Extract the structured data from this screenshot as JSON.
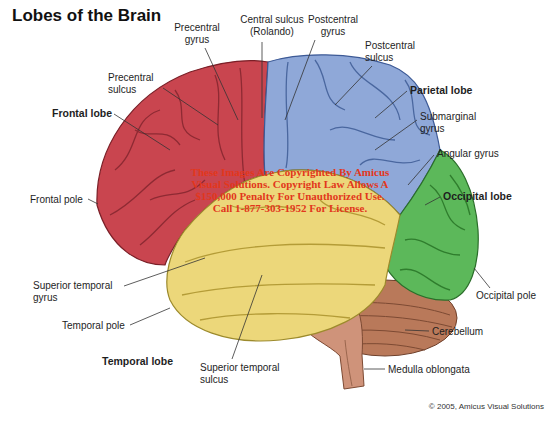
{
  "diagram": {
    "title": "Lobes of the Brain",
    "labels": [
      "Central sulcus (Rolando)",
      "Precentral gyrus",
      "Postcentral gyrus",
      "Precentral sulcus",
      "Postcentral sulcus",
      "Parietal lobe",
      "Frontal lobe",
      "Submarginal gyrus",
      "Angular gyrus",
      "Occipital lobe",
      "Frontal pole",
      "These Images Are Copyrighted By Amicus Visual Solutions. Copyright Law Allows A $150,000 Penalty For Unauthorized Use. Call 1-877-303-1952 For License.",
      "Superior temporal gyrus",
      "Occipital pole",
      "Temporal pole",
      "Cerebellum",
      "Temporal lobe",
      "Superior temporal sulcus",
      "Medulla oblongata",
      "© 2005, Amicus Visual Solutions"
    ]
  }
}
